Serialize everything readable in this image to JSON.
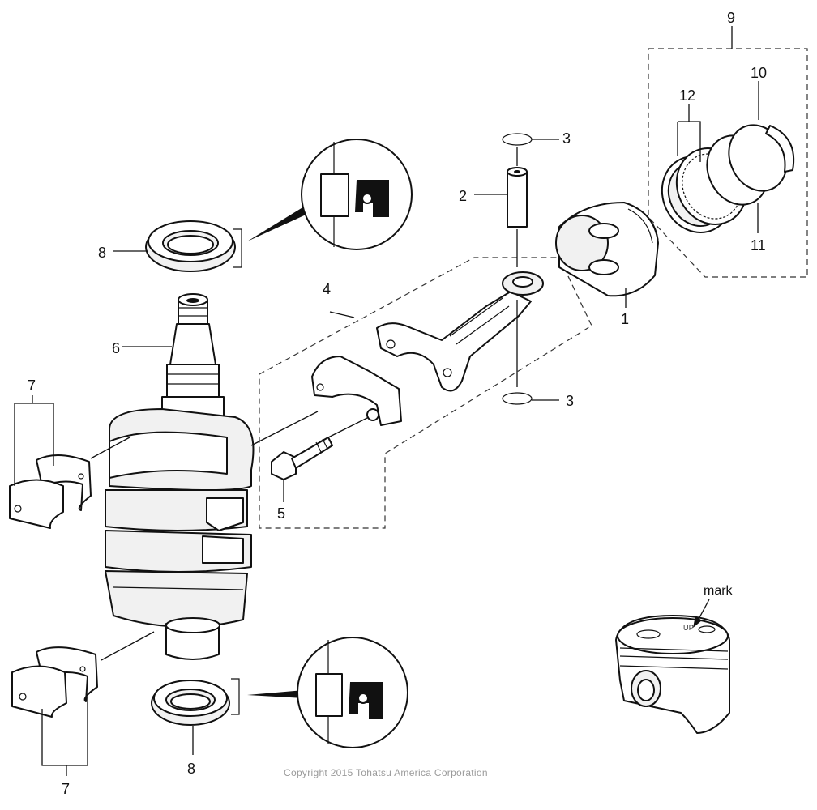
{
  "labels": {
    "n1": "1",
    "n2": "2",
    "n3a": "3",
    "n3b": "3",
    "n4": "4",
    "n5": "5",
    "n6": "6",
    "n7a": "7",
    "n7b": "7",
    "n8a": "8",
    "n8b": "8",
    "n9": "9",
    "n10": "10",
    "n11": "11",
    "n12": "12",
    "mark": "mark"
  },
  "piston_stamp": "UP",
  "copyright": "Copyright 2015 Tohatsu America Corporation",
  "colors": {
    "line": "#111111",
    "copyright": "#9a9a9a"
  }
}
